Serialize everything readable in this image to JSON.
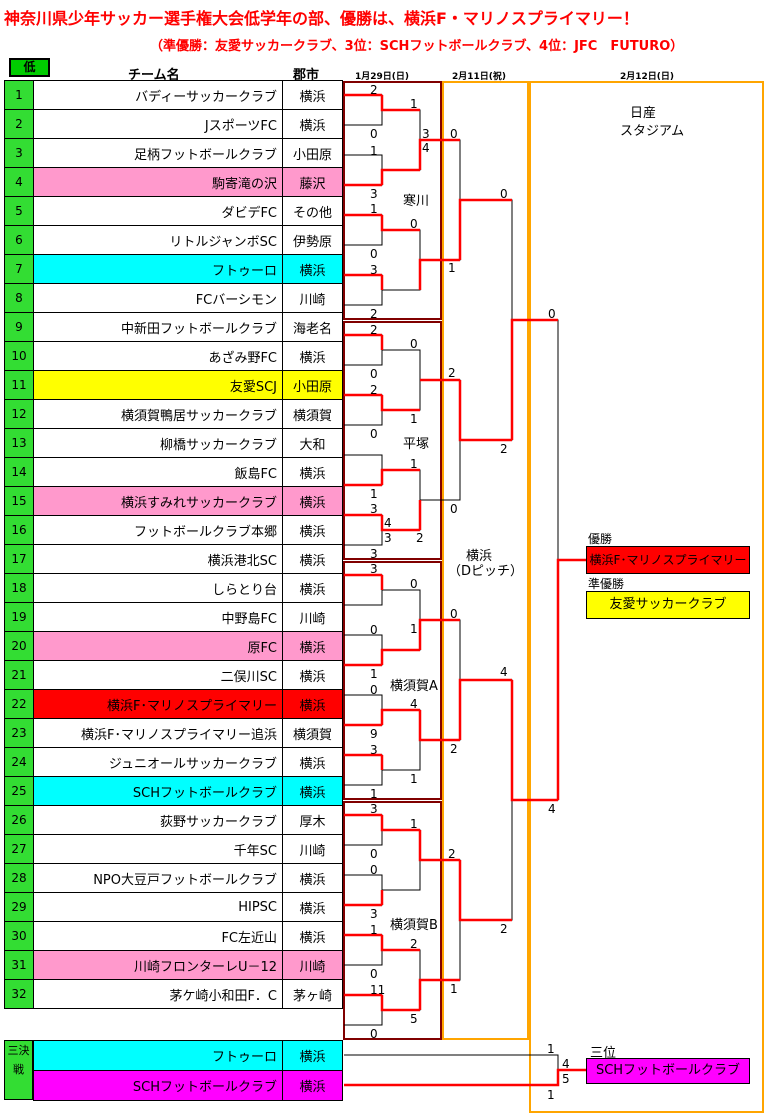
{
  "title": "神奈川県少年サッカー選手権大会低学年の部、優勝は、横浜F・マリノスプライマリー！",
  "subtitle": "（準優勝：友愛サッカークラブ、3位：SCHフットボールクラブ、4位：JFC　FUTURO）",
  "header": {
    "low_label": "低",
    "team_col": "チーム名",
    "city_col": "郡市",
    "date1": "1月29日(日)",
    "date2": "2月11日(祝)",
    "date3": "2月12日(日)"
  },
  "teams": [
    {
      "no": "1",
      "name": "バディーサッカークラブ",
      "city": "横浜",
      "color": "#ffffff"
    },
    {
      "no": "2",
      "name": "JスポーツFC",
      "city": "横浜",
      "color": "#ffffff"
    },
    {
      "no": "3",
      "name": "足柄フットボールクラブ",
      "city": "小田原",
      "color": "#ffffff"
    },
    {
      "no": "4",
      "name": "駒寄滝の沢",
      "city": "藤沢",
      "color": "#ff99cc"
    },
    {
      "no": "5",
      "name": "ダビデFC",
      "city": "その他",
      "color": "#ffffff"
    },
    {
      "no": "6",
      "name": "リトルジャンボSC",
      "city": "伊勢原",
      "color": "#ffffff"
    },
    {
      "no": "7",
      "name": "フトゥーロ",
      "city": "横浜",
      "color": "#00ffff"
    },
    {
      "no": "8",
      "name": "FCバーシモン",
      "city": "川崎",
      "color": "#ffffff"
    },
    {
      "no": "9",
      "name": "中新田フットボールクラブ",
      "city": "海老名",
      "color": "#ffffff"
    },
    {
      "no": "10",
      "name": "あざみ野FC",
      "city": "横浜",
      "color": "#ffffff"
    },
    {
      "no": "11",
      "name": "友愛SCJ",
      "city": "小田原",
      "color": "#ffff00"
    },
    {
      "no": "12",
      "name": "横須賀鴨居サッカークラブ",
      "city": "横須賀",
      "color": "#ffffff"
    },
    {
      "no": "13",
      "name": "柳橋サッカークラブ",
      "city": "大和",
      "color": "#ffffff"
    },
    {
      "no": "14",
      "name": "飯島FC",
      "city": "横浜",
      "color": "#ffffff"
    },
    {
      "no": "15",
      "name": "横浜すみれサッカークラブ",
      "city": "横浜",
      "color": "#ff99cc"
    },
    {
      "no": "16",
      "name": "フットボールクラブ本郷",
      "city": "横浜",
      "color": "#ffffff"
    },
    {
      "no": "17",
      "name": "横浜港北SC",
      "city": "横浜",
      "color": "#ffffff"
    },
    {
      "no": "18",
      "name": "しらとり台",
      "city": "横浜",
      "color": "#ffffff"
    },
    {
      "no": "19",
      "name": "中野島FC",
      "city": "川崎",
      "color": "#ffffff"
    },
    {
      "no": "20",
      "name": "原FC",
      "city": "横浜",
      "color": "#ff99cc"
    },
    {
      "no": "21",
      "name": "二俣川SC",
      "city": "横浜",
      "color": "#ffffff"
    },
    {
      "no": "22",
      "name": "横浜F･マリノスプライマリー",
      "city": "横浜",
      "color": "#ff0000"
    },
    {
      "no": "23",
      "name": "横浜F･マリノスプライマリー追浜",
      "city": "横須賀",
      "color": "#ffffff"
    },
    {
      "no": "24",
      "name": "ジュニオールサッカークラブ",
      "city": "横浜",
      "color": "#ffffff"
    },
    {
      "no": "25",
      "name": "SCHフットボールクラブ",
      "city": "横浜",
      "color": "#00ffff"
    },
    {
      "no": "26",
      "name": "荻野サッカークラブ",
      "city": "厚木",
      "color": "#ffffff"
    },
    {
      "no": "27",
      "name": "千年SC",
      "city": "川崎",
      "color": "#ffffff"
    },
    {
      "no": "28",
      "name": "NPO大豆戸フットボールクラブ",
      "city": "横浜",
      "color": "#ffffff"
    },
    {
      "no": "29",
      "name": "HIPSC",
      "city": "横浜",
      "color": "#ffffff"
    },
    {
      "no": "30",
      "name": "FC左近山",
      "city": "横浜",
      "color": "#ffffff"
    },
    {
      "no": "31",
      "name": "川崎フロンターレU－12",
      "city": "川崎",
      "color": "#ff99cc"
    },
    {
      "no": "32",
      "name": "茅ケ崎小和田F．C",
      "city": "茅ヶ崎",
      "color": "#ffffff"
    }
  ],
  "third_place_match": {
    "label": "三決戦",
    "teams": [
      {
        "name": "フトゥーロ",
        "city": "横浜",
        "color": "#00ffff"
      },
      {
        "name": "SCHフットボールクラブ",
        "city": "横浜",
        "color": "#ff00ff"
      }
    ]
  },
  "venues": {
    "kangawa": "寒川",
    "hiratsuka": "平塚",
    "yokosuka_a": "横須賀A",
    "yokosuka_b": "横須賀B",
    "yokohama": "横浜",
    "dpitch": "（Dピッチ）",
    "nissan_1": "日産",
    "nissan_2": "スタジアム"
  },
  "results": {
    "champion_label": "優勝",
    "champion": "横浜F･マリノスプライマリー",
    "runner_up_label": "準優勝",
    "runner_up": "友愛サッカークラブ",
    "third_label": "三位",
    "third": "SCHフットボールクラブ"
  },
  "colors": {
    "win_line": "#ff0000",
    "round1_box": "#800000",
    "round23_box": "#ffa500",
    "table_number_bg": "#33dd33"
  }
}
